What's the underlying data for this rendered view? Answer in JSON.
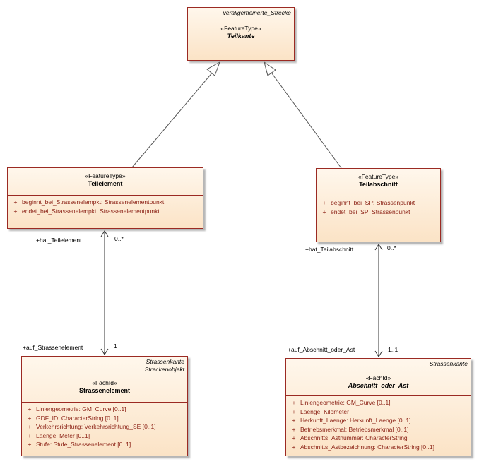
{
  "classes": {
    "teilkante": {
      "parents": [
        "verallgemeinerte_Strecke"
      ],
      "stereotype": "«FeatureType»",
      "name": "Teilkante"
    },
    "teilelement": {
      "stereotype": "«FeatureType»",
      "name": "Teilelement",
      "attributes": [
        {
          "vis": "+",
          "text": "beginnt_bei_Strassenelempkt: Strassenelementpunkt"
        },
        {
          "vis": "+",
          "text": "endet_bei_Strassenelempkt: Strassenelementpunkt"
        }
      ]
    },
    "teilabschnitt": {
      "stereotype": "«FeatureType»",
      "name": "Teilabschnitt",
      "attributes": [
        {
          "vis": "+",
          "text": "beginnt_bei_SP: Strassenpunkt"
        },
        {
          "vis": "+",
          "text": "endet_bei_SP: Strassenpunkt"
        }
      ]
    },
    "strassenelement": {
      "parents": [
        "Strassenkante",
        "Streckenobjekt"
      ],
      "stereotype": "«FachId»",
      "name": "Strassenelement",
      "attributes": [
        {
          "vis": "+",
          "text": "Liniengeometrie: GM_Curve [0..1]"
        },
        {
          "vis": "+",
          "text": "GDF_ID: CharacterString [0..1]"
        },
        {
          "vis": "+",
          "text": "Verkehrsrichtung: Verkehrsrichtung_SE [0..1]"
        },
        {
          "vis": "+",
          "text": "Laenge: Meter [0..1]"
        },
        {
          "vis": "+",
          "text": "Stufe: Stufe_Strassenelement [0..1]"
        }
      ]
    },
    "abschnitt": {
      "parents": [
        "Strassenkante"
      ],
      "stereotype": "«FachId»",
      "name": "Abschnitt_oder_Ast",
      "attributes": [
        {
          "vis": "+",
          "text": "Liniengeometrie: GM_Curve [0..1]"
        },
        {
          "vis": "+",
          "text": "Laenge: Kilometer"
        },
        {
          "vis": "+",
          "text": "Herkunft_Laenge: Herkunft_Laenge [0..1]"
        },
        {
          "vis": "+",
          "text": "Betriebsmerkmal: Betriebsmerkmal [0..1]"
        },
        {
          "vis": "+",
          "text": "Abschnitts_Astnummer: CharacterString"
        },
        {
          "vis": "+",
          "text": "Abschnitts_Astbezeichnung: CharacterString [0..1]"
        }
      ]
    }
  },
  "associations": {
    "left": {
      "source_role": "+hat_Teilelement",
      "source_mult": "0..*",
      "target_role": "+auf_Strassenelement",
      "target_mult": "1"
    },
    "right": {
      "source_role": "+hat_Teilabschnitt",
      "source_mult": "0..*",
      "target_role": "+auf_Abschnitt_oder_Ast",
      "target_mult": "1..1"
    }
  },
  "colors": {
    "border": "#9b2a23",
    "fill_top": "#fff7ec",
    "fill_bottom": "#fbe3c6",
    "attribute_text": "#8a1f13"
  }
}
